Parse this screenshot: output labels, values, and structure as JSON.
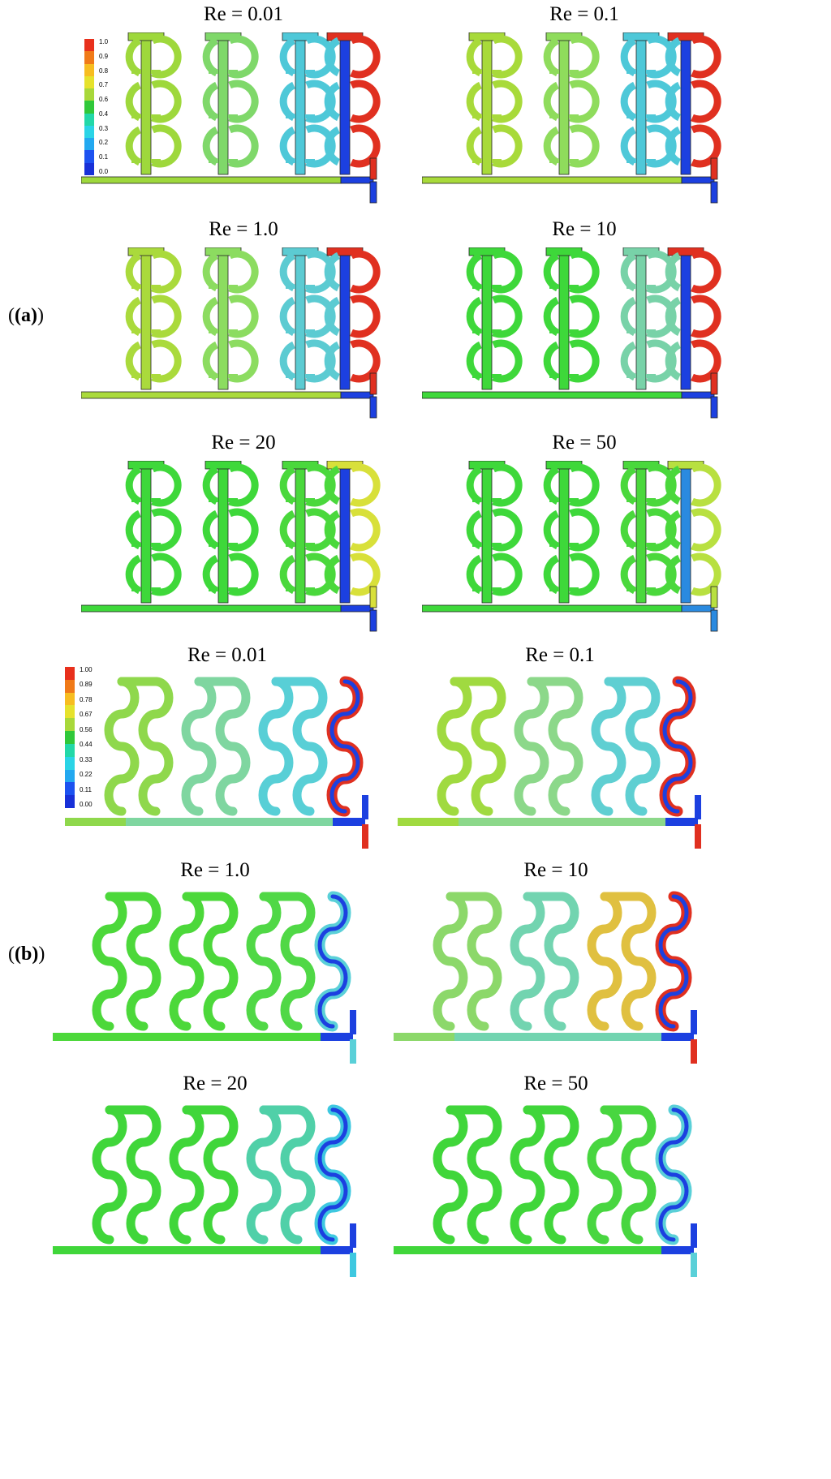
{
  "group_labels": [
    "(a)",
    "(b)"
  ],
  "group_a": {
    "legend": {
      "ticks": [
        "1.0",
        "0.9",
        "0.8",
        "0.7",
        "0.6",
        "0.4",
        "0.3",
        "0.2",
        "0.1",
        "0.0"
      ],
      "colors": [
        "#e8301c",
        "#f07a18",
        "#f7bd20",
        "#e6e22c",
        "#a8d83a",
        "#30c83a",
        "#22d8a8",
        "#2ad4e6",
        "#22a8f0",
        "#1c52f0",
        "#1830d8"
      ]
    },
    "panels": [
      {
        "title": "Re = 0.01",
        "columns": [
          "#9ed83c",
          "#7fd86a",
          "#4ec8d8"
        ],
        "mix_column": [
          "#e03020",
          "#1c40e0"
        ]
      },
      {
        "title": "Re = 0.1",
        "columns": [
          "#a8da3a",
          "#8fdc5c",
          "#4ec8d8"
        ],
        "mix_column": [
          "#e03020",
          "#1c40e0"
        ]
      },
      {
        "title": "Re = 1.0",
        "columns": [
          "#aada3c",
          "#8cdc60",
          "#5ccbd2"
        ],
        "mix_column": [
          "#e03020",
          "#1c40e0"
        ]
      },
      {
        "title": "Re = 10",
        "columns": [
          "#3ed83a",
          "#3ed83a",
          "#78d2a8"
        ],
        "mix_column": [
          "#e03020",
          "#1c40e0"
        ]
      },
      {
        "title": "Re = 20",
        "columns": [
          "#3ed83a",
          "#3ed83a",
          "#4ad83c"
        ],
        "mix_column": [
          "#d8e03a",
          "#1c40e0"
        ]
      },
      {
        "title": "Re = 50",
        "columns": [
          "#3ed83a",
          "#3ed83a",
          "#4ad83c"
        ],
        "mix_column": [
          "#b8e040",
          "#2a8ae0"
        ]
      }
    ]
  },
  "group_b": {
    "legend": {
      "ticks": [
        "1.00",
        "0.89",
        "0.78",
        "0.67",
        "0.56",
        "0.44",
        "0.33",
        "0.22",
        "0.11",
        "0.00"
      ],
      "colors": [
        "#e8301c",
        "#f07a18",
        "#f7bd20",
        "#e6e22c",
        "#a8d83a",
        "#30c83a",
        "#22d8a8",
        "#2ad4e6",
        "#22a8f0",
        "#1c52f0",
        "#1830d8"
      ]
    },
    "panels": [
      {
        "title": "Re = 0.01",
        "columns": [
          "#8fd84c",
          "#7fd6a0",
          "#58cfd6"
        ],
        "mix_column": [
          "#e03020",
          "#1c40e0"
        ]
      },
      {
        "title": "Re = 0.1",
        "columns": [
          "#a0da40",
          "#8cd88a",
          "#5fcfd2"
        ],
        "mix_column": [
          "#e03020",
          "#1c40e0"
        ]
      },
      {
        "title": "Re = 1.0",
        "columns": [
          "#4cd83a",
          "#4cd83a",
          "#50d846"
        ],
        "mix_column": [
          "#5ad0d8",
          "#1c40e0"
        ]
      },
      {
        "title": "Re = 10",
        "columns": [
          "#8cd86a",
          "#72d4b0",
          "#e0c040"
        ],
        "mix_column": [
          "#e03020",
          "#1c40e0"
        ]
      },
      {
        "title": "Re = 20",
        "columns": [
          "#40d63a",
          "#40d63a",
          "#50d0a8"
        ],
        "mix_column": [
          "#3ec8e0",
          "#1c40e0"
        ]
      },
      {
        "title": "Re = 50",
        "columns": [
          "#40d63a",
          "#40d63a",
          "#48d640"
        ],
        "mix_column": [
          "#5ad0d8",
          "#1c40e0"
        ]
      }
    ]
  }
}
